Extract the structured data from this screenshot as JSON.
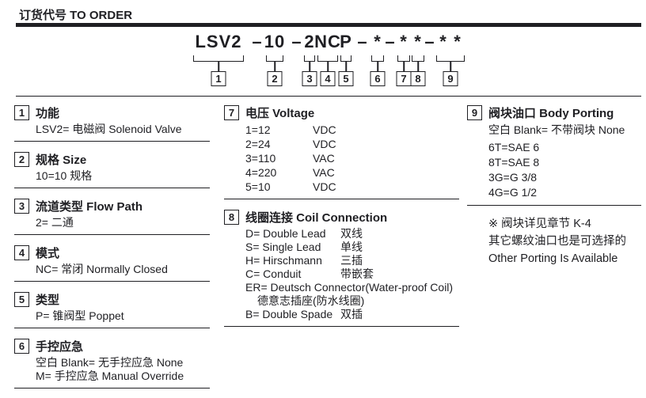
{
  "page_title": "订货代号 TO ORDER",
  "code": {
    "segments": [
      "LSV2",
      "–",
      "10",
      "–",
      "2",
      "NC",
      "P",
      "–",
      "*",
      "–",
      "*",
      "*",
      "–",
      "*",
      "*"
    ],
    "box_labels": [
      "1",
      "2",
      "3",
      "4",
      "5",
      "6",
      "7",
      "8",
      "9"
    ]
  },
  "items": {
    "i1": {
      "num": "1",
      "title": "功能",
      "lines": [
        "LSV2= 电磁阀 Solenoid Valve"
      ]
    },
    "i2": {
      "num": "2",
      "title": "规格 Size",
      "lines": [
        "10=10 规格"
      ]
    },
    "i3": {
      "num": "3",
      "title": "流道类型 Flow Path",
      "lines": [
        "2= 二通"
      ]
    },
    "i4": {
      "num": "4",
      "title": "模式",
      "lines": [
        "NC= 常闭 Normally Closed"
      ]
    },
    "i5": {
      "num": "5",
      "title": "类型",
      "lines": [
        "P= 锥阀型 Poppet"
      ]
    },
    "i6": {
      "num": "6",
      "title": "手控应急",
      "lines": [
        "空白 Blank= 无手控应急 None",
        "M= 手控应急 Manual Override"
      ]
    },
    "i7": {
      "num": "7",
      "title": "电压 Voltage",
      "rows": [
        {
          "c": "1=12",
          "u": "VDC"
        },
        {
          "c": "2=24",
          "u": "VDC"
        },
        {
          "c": "3=110",
          "u": "VAC"
        },
        {
          "c": "4=220",
          "u": "VAC"
        },
        {
          "c": "5=10",
          "u": "VDC"
        }
      ]
    },
    "i8": {
      "num": "8",
      "title": "线圈连接 Coil Connection",
      "rows": [
        {
          "c": "D= Double Lead",
          "z": "双线"
        },
        {
          "c": "S= Single Lead",
          "z": "单线"
        },
        {
          "c": "H= Hirschmann",
          "z": "三插"
        },
        {
          "c": "C= Conduit",
          "z": "带嵌套"
        },
        {
          "c": "ER= Deutsch Connector(Water-proof Coil)",
          "z": ""
        },
        {
          "c": "德意志插座(防水线圈)",
          "z": ""
        },
        {
          "c": "B= Double Spade",
          "z": "双插"
        }
      ]
    },
    "i9": {
      "num": "9",
      "title": "阀块油口 Body Porting",
      "lines": [
        "空白 Blank= 不带阀块 None",
        "6T=SAE 6",
        "8T=SAE 8",
        "3G=G 3/8",
        "4G=G 1/2"
      ]
    }
  },
  "note": {
    "lines": [
      "※ 阀块详见章节 K-4",
      "其它螺纹油口也是可选择的",
      "Other Porting Is Available"
    ]
  },
  "colors": {
    "ink": "#1f1f23",
    "background": "#ffffff"
  }
}
